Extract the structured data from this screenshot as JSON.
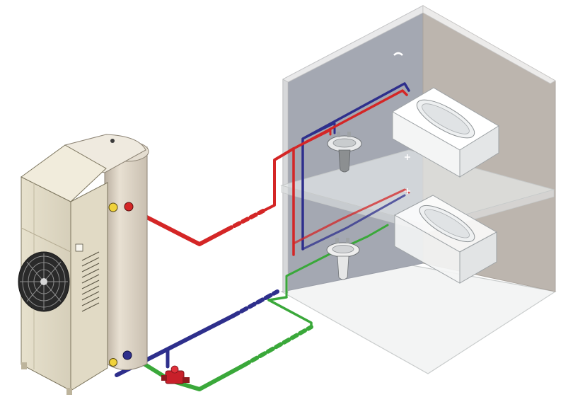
{
  "diagram": {
    "type": "isometric-plumbing-illustration",
    "components": [
      {
        "id": "heat-pump-unit",
        "icon": "fan-icon"
      },
      {
        "id": "hot-water-tank"
      },
      {
        "id": "circulation-pump"
      },
      {
        "id": "two-storey-room"
      },
      {
        "id": "upper-washbasin"
      },
      {
        "id": "upper-bathtub"
      },
      {
        "id": "lower-washbasin"
      },
      {
        "id": "lower-bathtub"
      }
    ],
    "pipes": [
      {
        "id": "hot-water-pipe",
        "color": "#d42626"
      },
      {
        "id": "cold-water-pipe",
        "color": "#2e2f8c"
      },
      {
        "id": "recirculation-pipe",
        "color": "#3aa83a"
      }
    ],
    "colors": {
      "unit_body": "#ece6d4",
      "tank_body": "#d9cfc0",
      "wall_left": "#a6aab3",
      "wall_right": "#bfb8b1",
      "floor": "#f0f1f1",
      "pump": "#c8202a"
    }
  }
}
